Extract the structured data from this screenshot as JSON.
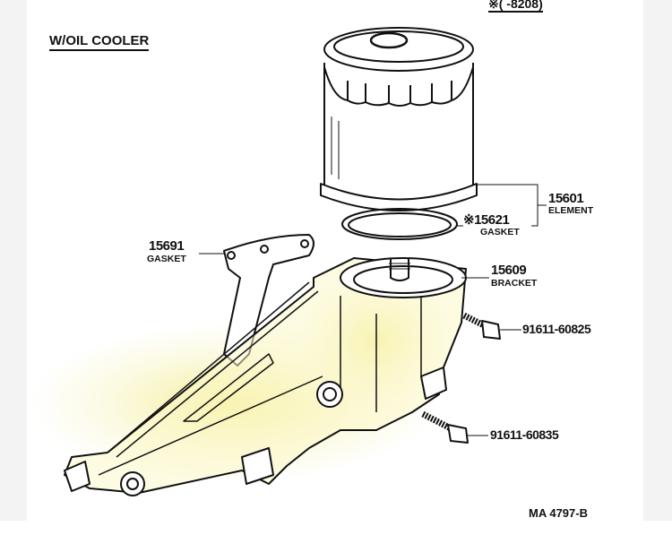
{
  "diagram": {
    "title": "W/OIL COOLER",
    "applicability_note": "※(      -8208)",
    "illustration_code": "MA 4797-B",
    "highlight_color": "#f5f0a0",
    "parts": [
      {
        "number": "15601",
        "name": "ELEMENT"
      },
      {
        "number": "※15621",
        "name": "GASKET"
      },
      {
        "number": "15609",
        "name": "BRACKET"
      },
      {
        "number": "15691",
        "name": "GASKET"
      },
      {
        "number": "91611-60825",
        "name": ""
      },
      {
        "number": "91611-60835",
        "name": ""
      }
    ]
  }
}
